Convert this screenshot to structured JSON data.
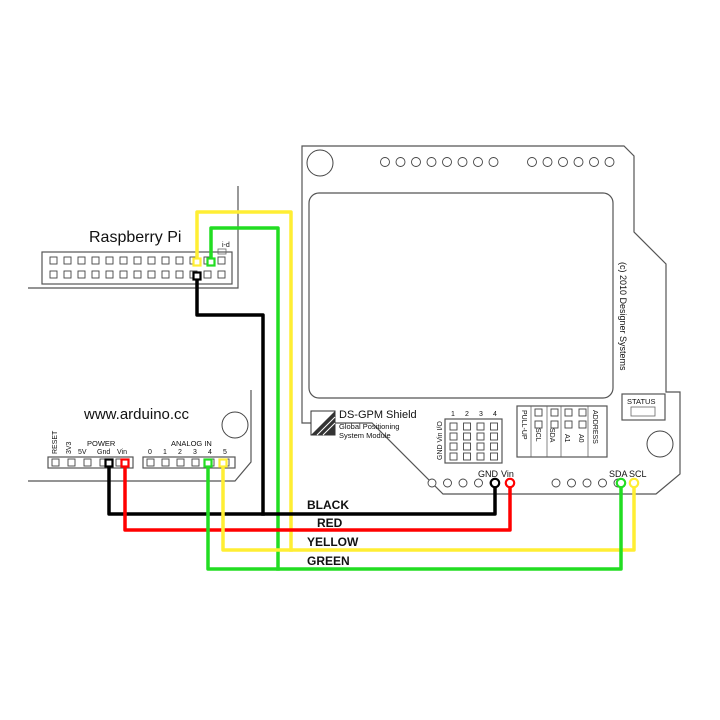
{
  "raspberry_pi": {
    "title": "Raspberry Pi",
    "id_label": "i-d"
  },
  "arduino": {
    "title": "www.arduino.cc",
    "power_label": "POWER",
    "analog_label": "ANALOG IN",
    "power_pins": [
      "RESET",
      "3V3",
      "5V",
      "Gnd",
      "Vin"
    ],
    "analog_pins": [
      "0",
      "1",
      "2",
      "3",
      "4",
      "5"
    ]
  },
  "shield": {
    "name": "DS-GPM Shield",
    "subtitle_line1": "Global Positioning",
    "subtitle_line2": "System Module",
    "copyright": "(c) 2010 Designer Systems",
    "status_label": "STATUS",
    "gnd_label": "GND",
    "vin_label": "Vin",
    "sda_label": "SDA",
    "scl_label": "SCL",
    "gnd_vin_io_label": "GND Vin I/O",
    "io_numbers": [
      "1",
      "2",
      "3",
      "4"
    ],
    "pullup_label": "PULL-UP",
    "scl_jumper_label": "SCL",
    "sda_jumper_label": "SDA",
    "a1_label": "A1",
    "a0_label": "A0",
    "address_label": "ADDRESS"
  },
  "wires": [
    {
      "name": "BLACK",
      "color": "#000000"
    },
    {
      "name": "RED",
      "color": "#ff0000"
    },
    {
      "name": "YELLOW",
      "color": "#ffee33"
    },
    {
      "name": "GREEN",
      "color": "#22dd22"
    }
  ]
}
